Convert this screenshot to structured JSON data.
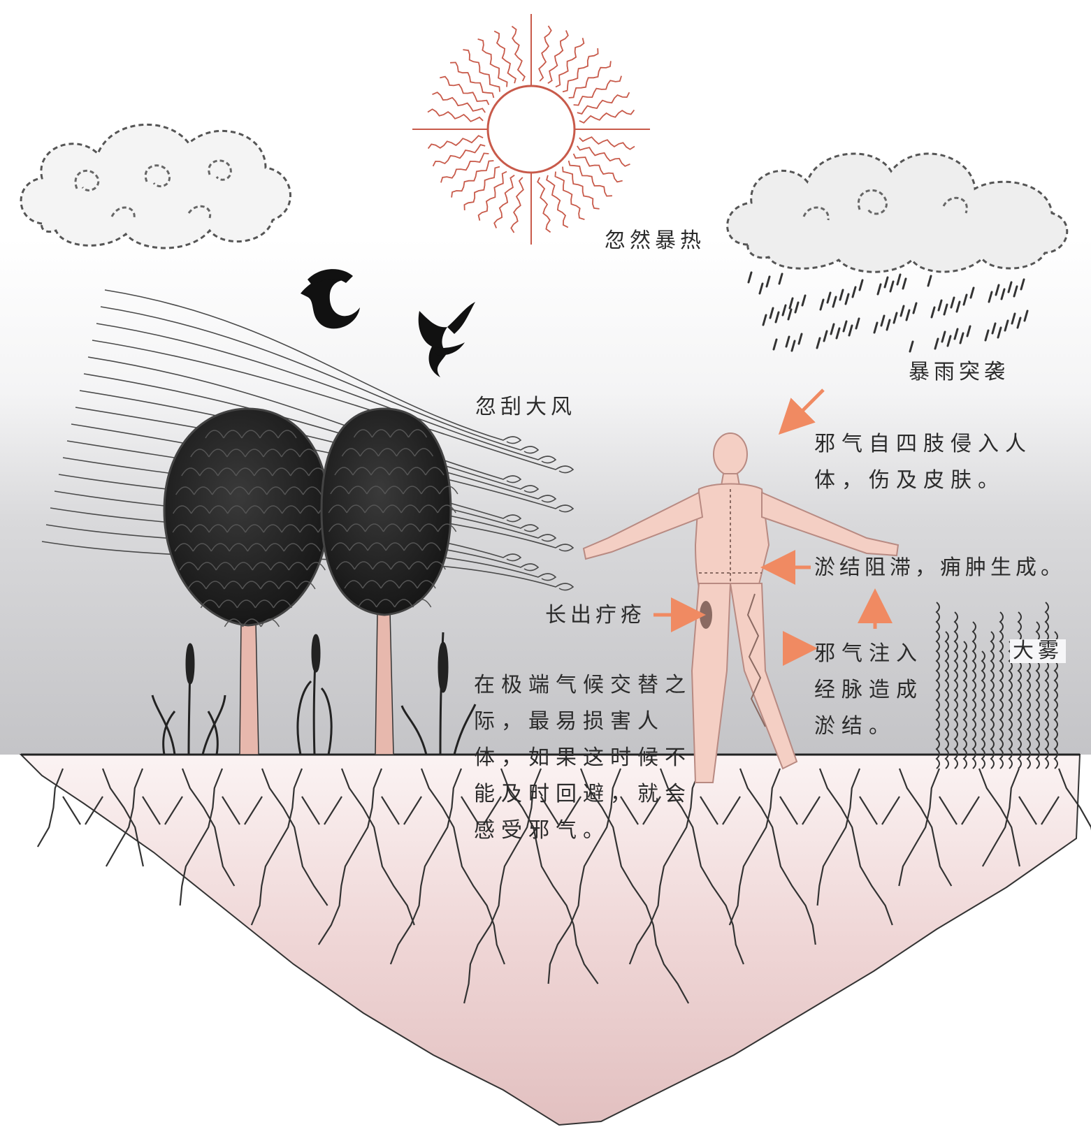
{
  "labels": {
    "sudden_heat": "忽然暴热",
    "sudden_storm": "暴雨突袭",
    "sudden_wind": "忽刮大风",
    "fog": "大雾",
    "boils": "长出疔疮",
    "invade_line1": "邪气自四肢侵入人",
    "invade_line2": "体，伤及皮肤。",
    "stagnation": "淤结阻滞，痈肿生成。",
    "meridian_line1": "邪气注入",
    "meridian_line2": "经脉造成",
    "meridian_line3": "淤结。",
    "main_line1": "在极端气候交替之",
    "main_line2": "际，最易损害人",
    "main_line3": "体，如果这时候不",
    "main_line4": "能及时回避，就会",
    "main_line5": "感受邪气。"
  },
  "colors": {
    "sun": "#c85a4a",
    "arrow": "#f08a62",
    "figure": "#f4cfc4",
    "tree_canopy": "#1b1b1b",
    "trunk": "#e7b8ad",
    "sky_gray": "#c9c9cb",
    "ground_pink": "#e8c9c9"
  },
  "icons": [
    "sun-icon",
    "cloud-icon",
    "rain-cloud-icon",
    "bird-icon",
    "tree-icon",
    "human-figure-icon",
    "fog-icon",
    "arrow-icon"
  ]
}
